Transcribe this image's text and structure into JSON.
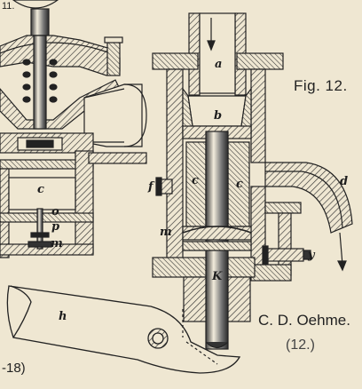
{
  "figure": {
    "title": "Fig. 12.",
    "author": "C. D. Oehme.",
    "plate_number": "(12.)",
    "page_top": "11.",
    "page_bottom": "-18)"
  },
  "labels": {
    "a": "a",
    "b": "b",
    "c_left": "c",
    "c_right": "c",
    "d": "d",
    "f": "f",
    "m": "m",
    "k": "K",
    "y": "y",
    "left_c": "c",
    "left_o": "o",
    "left_p": "p",
    "left_m": "m",
    "left_h": "h"
  },
  "colors": {
    "paper": "#efe7d2",
    "ink": "#222222",
    "hatch": "#555555"
  }
}
